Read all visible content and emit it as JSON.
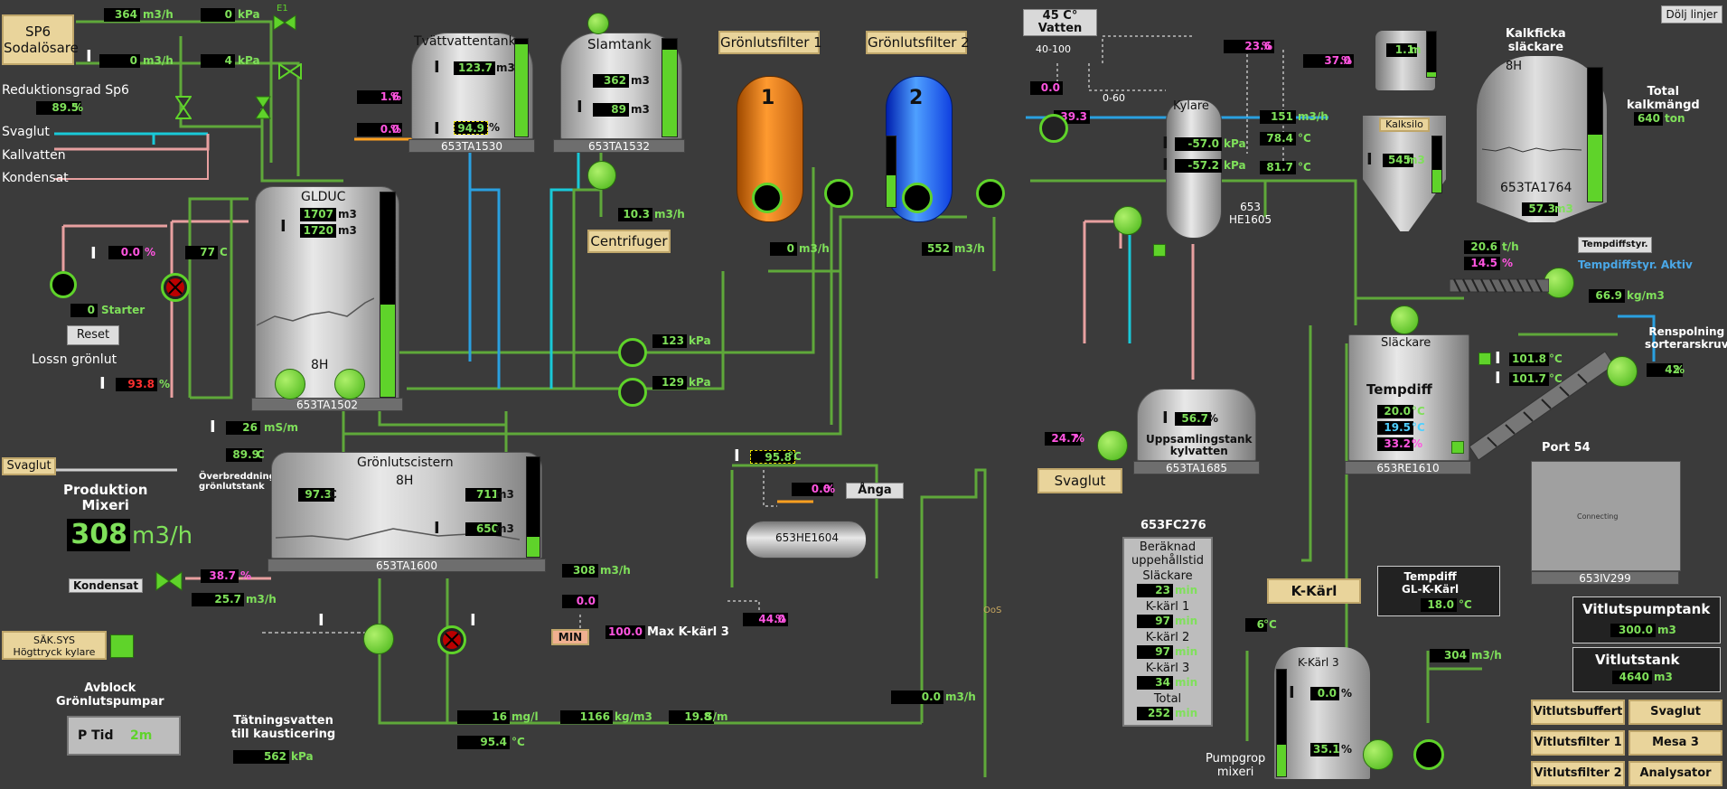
{
  "buttons": {
    "dolj_linjer": "Dölj linjer",
    "reset": "Reset",
    "gronlutsfilter1": "Grönlutsfilter 1",
    "gronlutsfilter2": "Grönlutsfilter 2",
    "centrifuger": "Centrifuger",
    "svaglut_left": "Svaglut",
    "svaglut_mid": "Svaglut",
    "k_karl": "K-Kärl",
    "kondensat": "Kondensat",
    "anga": "Ånga",
    "min": "MIN",
    "vatten": "45 C°\nVatten",
    "kalksilo": "Kalksilo",
    "tempdiffstyr": "Tempdiffstyr.",
    "vitlutsbuffert": "Vitlutsbuffert",
    "vitlutsfilter1": "Vitlutsfilter 1",
    "vitlutsfilter2": "Vitlutsfilter 2",
    "svaglut_br": "Svaglut",
    "mesa3": "Mesa 3",
    "analysator": "Analysator",
    "sak_sys": "SÄK.SYS\nHögttryck kylare",
    "sp6": "SP6\nSodalösare"
  },
  "labels": {
    "reduktionsgrad": "Reduktionsgrad Sp6",
    "svaglut": "Svaglut",
    "kallvatten": "Kallvatten",
    "kondensat": "Kondensat",
    "lossn_gronlut": "Lossn grönlut",
    "tvattvattentank": "Tvättvattentank",
    "slamtank": "Slamtank",
    "glduc": "GLDUC",
    "h8_glduc": "8H",
    "gronlutscistern": "Grönlutscistern",
    "h8_cistern": "8H",
    "overbreddning": "Överbreddning\ngrönlutstank",
    "produktion_mixeri": "Produktion\nMixeri",
    "kylare": "Kylare",
    "he1605": "653\nHE1605",
    "uppsamlingstank": "Uppsamlingstank\nkylvatten",
    "kalkficka": "Kalkficka\nsläckare",
    "h8_kalk": "8H",
    "total_kalkmangd": "Total\nkalkmängd",
    "tempdiffstyr_aktiv": "Tempdiffstyr. Aktiv",
    "slackare": "Släckare",
    "tempdiff": "Tempdiff",
    "port54": "Port 54",
    "connecting": "Connecting",
    "renspolning": "Renspolning\nsorterarskruv",
    "k_karl3": "K-Kärl 3",
    "pumpgrop": "Pumpgrop\nmixeri",
    "fc276": "653FC276",
    "tempdiff_gl": "Tempdiff\nGL-K-Kärl",
    "vitlutspumptank": "Vitlutspumptank",
    "vitlutstank": "Vitlutstank",
    "avblock": "Avblock\nGrönlutspumpar",
    "p_tid": "P Tid",
    "p_tid_val": "2m",
    "tatningsvatten": "Tätningsvatten\ntill kausticering",
    "max_kkarl3": "Max K-kärl 3",
    "range1": "40-100",
    "range2": "0-60",
    "filter1_num": "1",
    "filter2_num": "2",
    "oos": "OoS"
  },
  "tags": {
    "ta1530": "653TA1530",
    "ta1532": "653TA1532",
    "ta1502": "653TA1502",
    "ta1600": "653TA1600",
    "he1604": "653HE1604",
    "ta1685": "653TA1685",
    "ta1764": "653TA1764",
    "re1610": "653RE1610",
    "iv299": "653IV299"
  },
  "values": {
    "sp6_flow": "364",
    "sp6_flow_u": "m3/h",
    "sp6_press": "0",
    "sp6_press_u": "kPa",
    "sp6_flow2": "0",
    "sp6_flow2_u": "m3/h",
    "sp6_press2": "4",
    "sp6_press2_u": "kPa",
    "red_grad": "89.5",
    "red_grad_u": "%",
    "tv_level": "123.7",
    "tv_level_u": "m3",
    "tv_pct": "94.9",
    "tv_pct_u": "%",
    "slam_level": "362",
    "slam_level_u": "m3",
    "slam_pct": "89",
    "slam_pct_u": "m3",
    "v_1_6": "1.6",
    "v_1_6_u": "%",
    "v_0_0a": "0.0",
    "v_0_0a_u": "%",
    "glduc_1": "1707",
    "glduc_1_u": "m3",
    "glduc_2": "1720",
    "glduc_2_u": "m3",
    "lossn_pct": "0.0",
    "lossn_pct_u": "%",
    "lossn_temp": "77",
    "lossn_temp_u": "C",
    "starter": "0",
    "starter_u": "Starter",
    "lossn_red": "93.8",
    "lossn_red_u": "%",
    "centr_flow": "10.3",
    "centr_flow_u": "m3/h",
    "f1_flow": "0",
    "f1_flow_u": "m3/h",
    "f2_flow": "552",
    "f2_flow_u": "m3/h",
    "p123": "123",
    "p123_u": "kPa",
    "p129": "129",
    "p129_u": "kPa",
    "ms26": "26",
    "ms26_u": "mS/m",
    "c899": "89.9",
    "c899_u": "C",
    "cist_temp": "97.3",
    "cist_temp_u": "C",
    "cist_711": "711",
    "cist_711_u": "m3",
    "cist_650": "650",
    "cist_650_u": "m3",
    "prod_mixeri": "308",
    "prod_mixeri_u": "m3/h",
    "kond_pct": "38.7",
    "kond_pct_u": "%",
    "kond_flow": "25.7",
    "kond_flow_u": "m3/h",
    "mix_308": "308",
    "mix_308_u": "m3/h",
    "mix_0": "0.0",
    "max_k3": "100.0",
    "pct44": "44.0",
    "pct44_u": "%",
    "t958": "95.8",
    "t958_u": "°C",
    "anga_pct": "0.0",
    "anga_pct_u": "%",
    "mgl16": "16",
    "mgl16_u": "mg/l",
    "kgm1166": "1166",
    "kgm1166_u": "kg/m3",
    "sm198": "19.8",
    "sm198_u": "S/m",
    "t954": "95.4",
    "t954_u": "°C",
    "tat562": "562",
    "tat562_u": "kPa",
    "pump_flow00": "0.0",
    "pump_flow00_u": "m3/h",
    "vat_00": "0.0",
    "vat_393": "39.3",
    "pct236": "23.6",
    "pct236_u": "%",
    "pct370": "37.0",
    "pct370_u": "%",
    "kyl_151": "151",
    "kyl_151_u": "m3/h",
    "kyl_784": "78.4",
    "kyl_784_u": "°C",
    "kyl_p1": "-57.0",
    "kyl_p1_u": "kPa",
    "kyl_p2": "-57.2",
    "kyl_p2_u": "kPa",
    "kyl_817": "81.7",
    "kyl_817_u": "°C",
    "silo_11": "1.1",
    "silo_11_u": "m",
    "silo_545": "545",
    "silo_545_u": "m3",
    "kalk_573": "57.3",
    "kalk_573_u": "m3",
    "kalk_ton": "640",
    "kalk_ton_u": "ton",
    "th206": "20.6",
    "th206_u": "t/h",
    "pct145": "14.5",
    "pct145_u": "%",
    "kgm669": "66.9",
    "kgm669_u": "kg/m3",
    "upp_567": "56.7",
    "upp_567_u": "%",
    "sv_247": "24.7",
    "sv_247_u": "%",
    "sl_1018": "101.8",
    "sl_1018_u": "°C",
    "sl_1017": "101.7",
    "sl_1017_u": "°C",
    "td_200": "20.0",
    "td_200_u": "°C",
    "td_195": "19.5",
    "td_195_u": "°C",
    "td_332": "33.2",
    "td_332_u": "%",
    "ren_42": "42",
    "ren_42_u": "%",
    "kk_6": "6",
    "kk_6_u": "°C",
    "kk_304": "304",
    "kk_304_u": "m3/h",
    "kk_00": "0.0",
    "kk_00_u": "%",
    "kk_351": "35.1",
    "kk_351_u": "%",
    "tgl_180": "18.0",
    "tgl_180_u": "°C",
    "vpt_300": "300.0",
    "vpt_300_u": "m3",
    "vt_4640": "4640",
    "vt_4640_u": "m3"
  },
  "fc276_table": {
    "header": "Beräknad\nuppehållstid",
    "rows": [
      {
        "label": "Släckare",
        "value": "23",
        "unit": "min"
      },
      {
        "label": "K-kärl 1",
        "value": "97",
        "unit": "min"
      },
      {
        "label": "K-kärl 2",
        "value": "97",
        "unit": "min"
      },
      {
        "label": "K-kärl 3",
        "value": "34",
        "unit": "min"
      },
      {
        "label": "Total",
        "value": "252",
        "unit": "min"
      }
    ]
  },
  "levels": {
    "tv": 0.94,
    "slam": 0.89,
    "glduc": 0.45,
    "cist": 0.2,
    "kalk": 0.5,
    "silo": 0.4,
    "silo_small": 0.1,
    "k3": 0.3,
    "filter2": 0.45
  },
  "icons": {
    "valve": "bowtie-valve",
    "motor": "pump-motor",
    "instrument": "I-indicator"
  },
  "colors": {
    "background": "#3b3b3b",
    "pipe_green": "#5fa83a",
    "pipe_blue": "#2aa0e0",
    "pipe_cyan": "#19c9d8",
    "pipe_pink": "#e8a0a0",
    "pipe_orange": "#ffa020",
    "value_green": "#7fe05a",
    "value_pink": "#ff55e0"
  }
}
